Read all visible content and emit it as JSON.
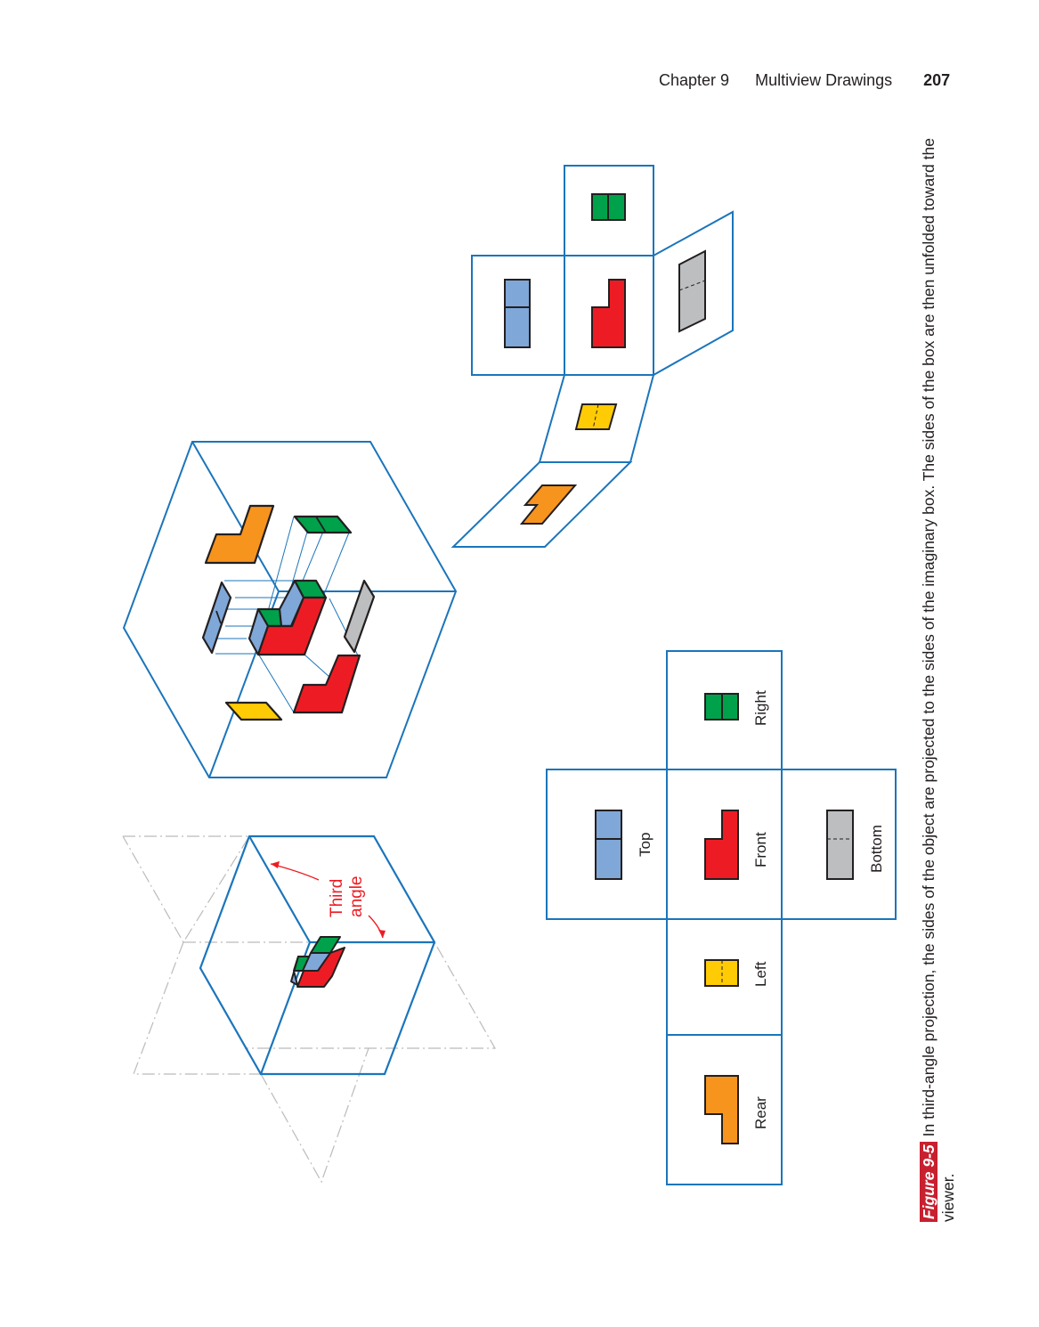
{
  "header": {
    "chapter": "Chapter 9",
    "chapter_title": "Multiview Drawings",
    "page_number": "207"
  },
  "figure": {
    "annotation": {
      "line1": "Third",
      "line2": "angle"
    },
    "view_labels": {
      "top": "Top",
      "front": "Front",
      "bottom": "Bottom",
      "right": "Right",
      "left": "Left",
      "rear": "Rear"
    },
    "colors": {
      "box_line": "#1b75bb",
      "front": "#ed1c24",
      "top": "#7fa7d8",
      "right": "#00a14b",
      "left": "#ffcb05",
      "rear": "#f7941d",
      "bottom": "#bcbec0",
      "annotation": "#ed1c24"
    }
  },
  "caption": {
    "label": "Figure 9-5",
    "text": "In third-angle projection, the sides of the object are projected to the sides of the imaginary box. The sides of the box are then unfolded toward the viewer."
  }
}
